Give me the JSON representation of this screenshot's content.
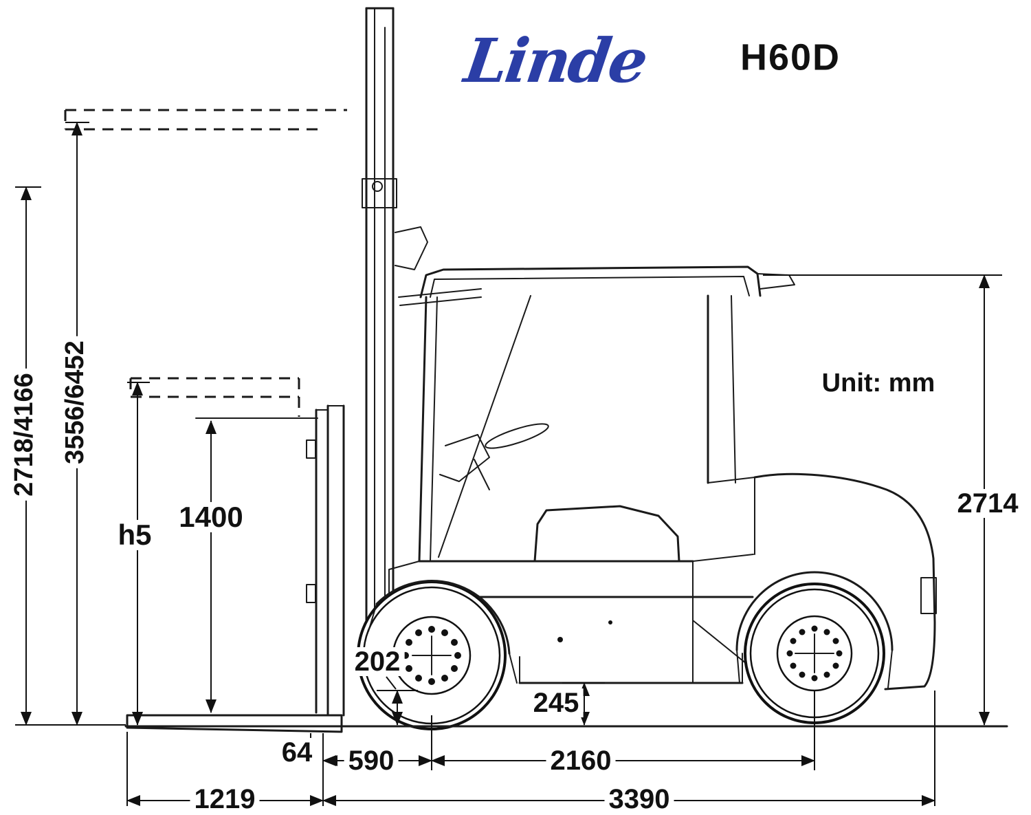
{
  "header": {
    "brand": "Linde",
    "model": "H60D"
  },
  "unit_label": "Unit: mm",
  "dims": {
    "mast_height_pair": "2718/4166",
    "mast_height_pair_ext": "3556/6452",
    "free_lift_symbol": "h5",
    "backrest_height": "1400",
    "mast_ground_clearance": "202",
    "frame_ground_clearance": "245",
    "overall_height": "2714",
    "fork_offset": "64",
    "front_overhang": "590",
    "wheelbase": "2160",
    "fork_length": "1219",
    "overall_length": "3390"
  },
  "colors": {
    "brand_blue": "#2b3ea6",
    "line": "#111111"
  }
}
